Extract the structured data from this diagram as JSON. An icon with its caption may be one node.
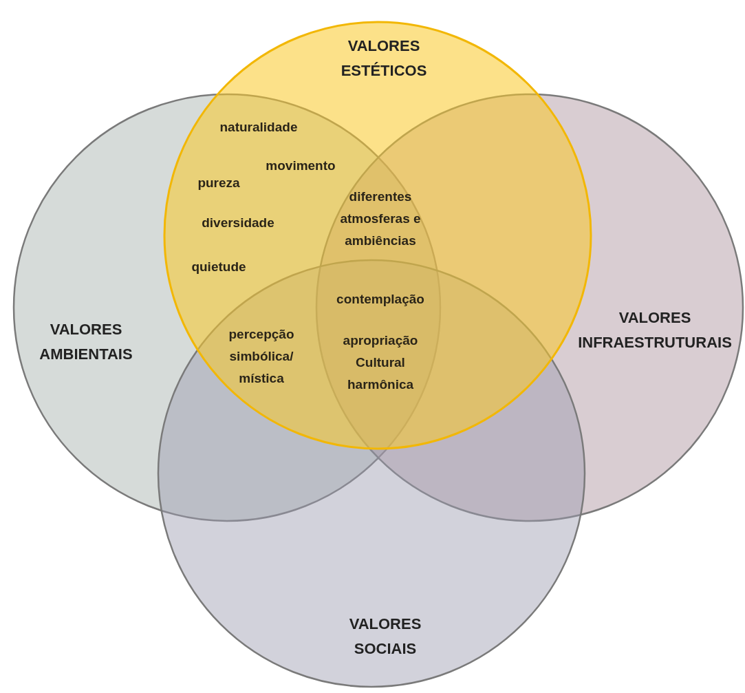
{
  "diagram": {
    "nodes": [
      {
        "text": [
          "VALORES ESTÉTICOS"
        ]
      },
      {
        "text": [
          "VALORES AMBIENTAIS"
        ]
      },
      {
        "text": [
          "VALORES INFRAESTRUTURAIS"
        ]
      },
      {
        "text": [
          "VALORES SOCIAIS"
        ]
      }
    ],
    "labels": [
      "naturalidade",
      "movimento",
      "pureza",
      "diferentes atmosferas e ambiências",
      "diversidade",
      "quietude",
      "contemplação",
      "percepção simbólica/ mística",
      "apropriação Cultural harmônica"
    ]
  }
}
